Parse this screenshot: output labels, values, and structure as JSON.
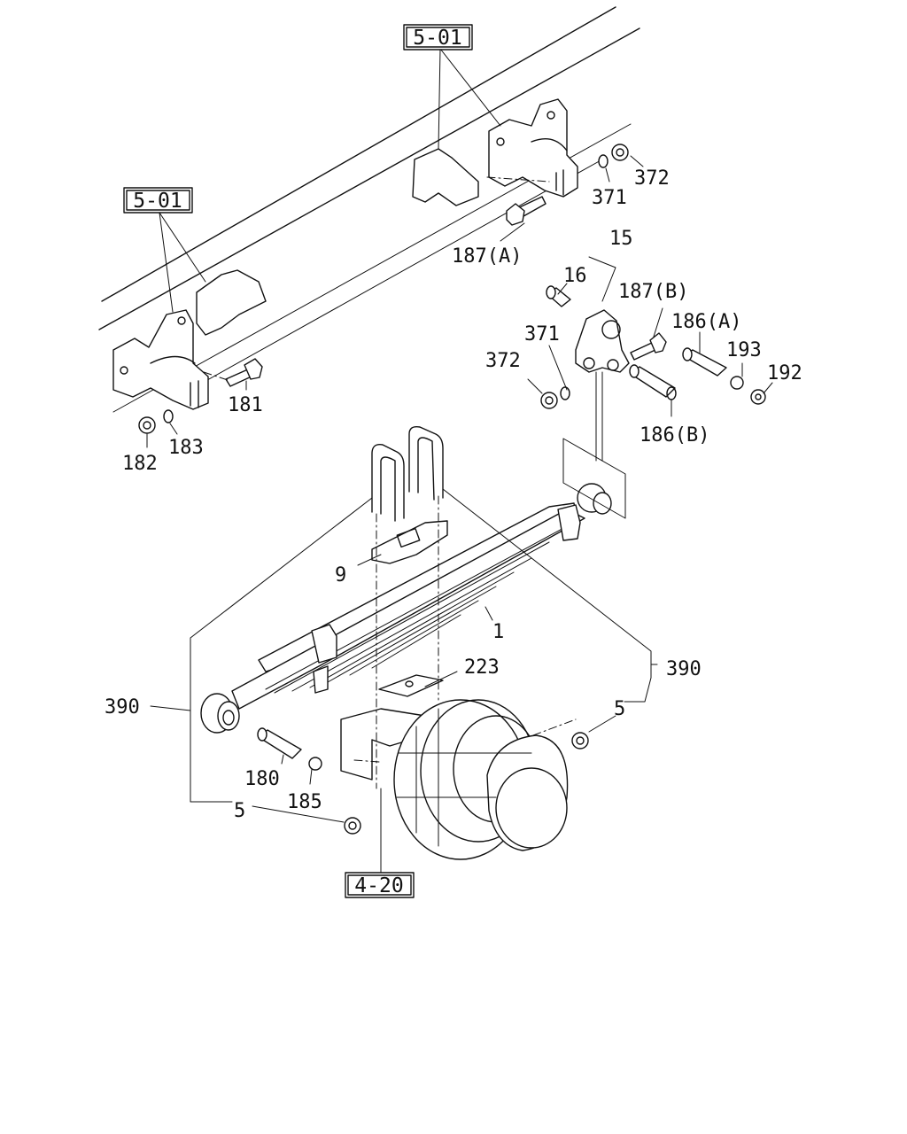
{
  "diagram": {
    "reference_boxes": [
      "5-01",
      "5-01",
      "4-20"
    ],
    "callouts": {
      "p372_top": "372",
      "p371_top": "371",
      "p187a": "187(A)",
      "p15": "15",
      "p16": "16",
      "p187b": "187(B)",
      "p186a": "186(A)",
      "p371_mid": "371",
      "p372_mid": "372",
      "p193": "193",
      "p192": "192",
      "p186b": "186(B)",
      "p181": "181",
      "p182": "182",
      "p183": "183",
      "p9": "9",
      "p1": "1",
      "p223": "223",
      "p390_right": "390",
      "p390_left": "390",
      "p5_right": "5",
      "p5_left": "5",
      "p180": "180",
      "p185": "185"
    }
  }
}
